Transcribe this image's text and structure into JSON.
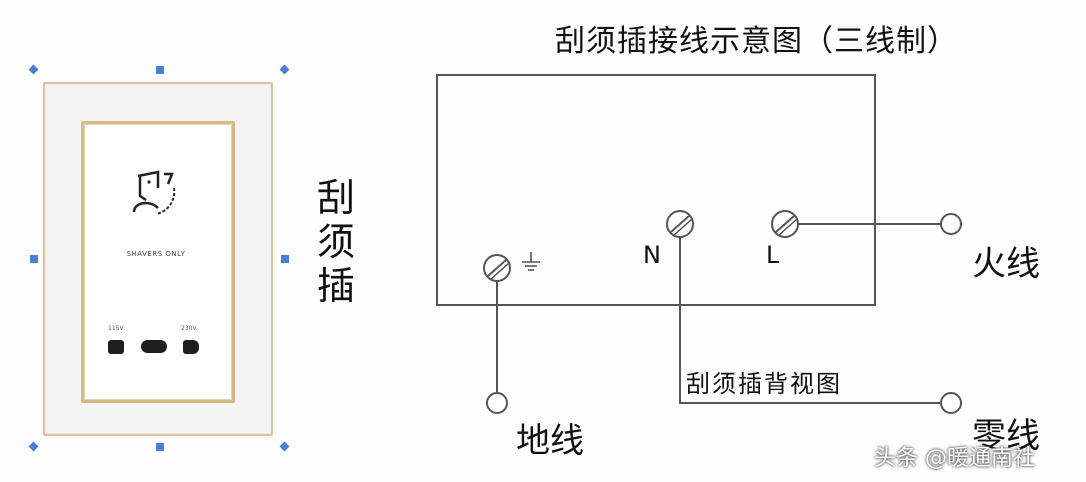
{
  "diagram": {
    "title": "刮须插接线示意图（三线制）",
    "terminal_n": "N",
    "terminal_l": "L",
    "back_view": "刮须插背视图",
    "live_wire": "火线",
    "ground_wire": "地线",
    "neutral_wire": "零线"
  },
  "product": {
    "vertical_label": [
      "刮",
      "须",
      "插"
    ],
    "plate_text": "SHAVERS ONLY",
    "voltage_left": "115V",
    "voltage_right": "230V"
  },
  "watermark": "头条 @暖通南社",
  "colors": {
    "handle": "#4a7fd4",
    "gold_trim": "#d6b985",
    "line": "#555555"
  }
}
